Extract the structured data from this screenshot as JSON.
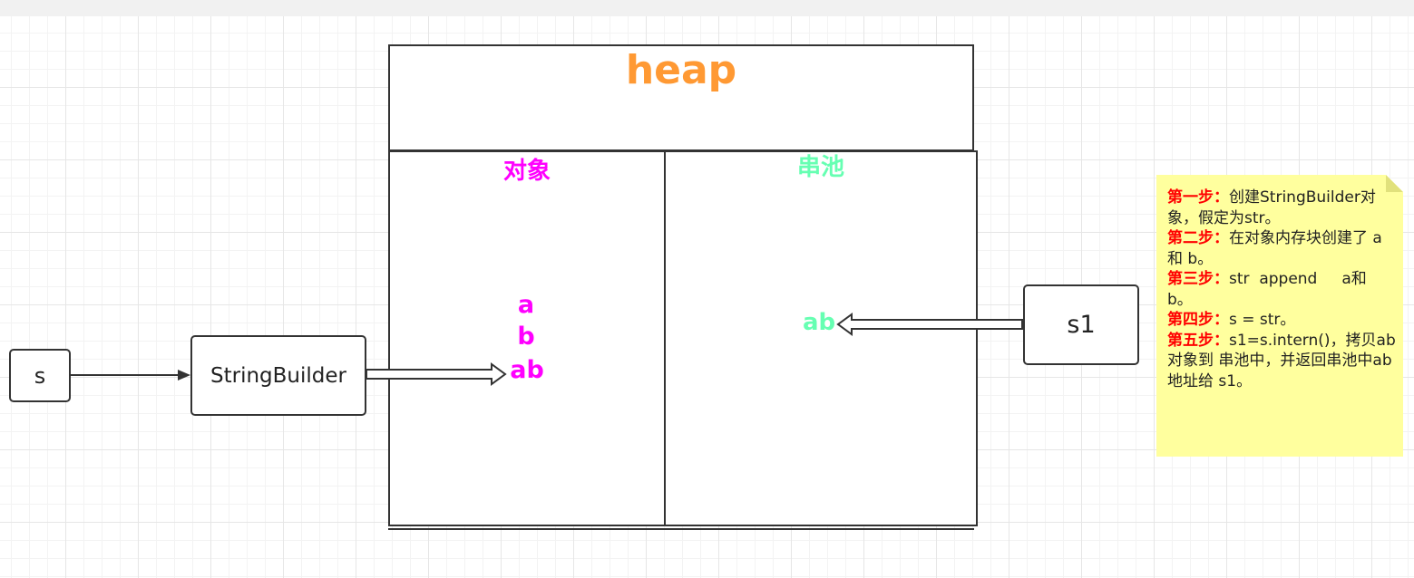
{
  "diagram": {
    "heap": {
      "title": "heap"
    },
    "columns": {
      "object": {
        "title": "对象",
        "items": [
          "a",
          "b",
          "ab"
        ]
      },
      "pool": {
        "title": "串池",
        "items": [
          "ab"
        ]
      }
    },
    "nodes": {
      "s": "s",
      "string_builder": "StringBuilder",
      "s1": "s1"
    },
    "note": {
      "steps": [
        {
          "label": "第一步：",
          "text": "创建StringBuilder对象，假定为str。"
        },
        {
          "label": "第二步：",
          "text": "在对象内存块创建了 a 和 b。"
        },
        {
          "label": "第三步：",
          "text": "str  append     a和 b。"
        },
        {
          "label": "第四步：",
          "text": "s = str。"
        },
        {
          "label": "第五步：",
          "text": "s1=s.intern()，拷贝ab对象到 串池中，并返回串池中ab地址给 s1。"
        }
      ]
    },
    "colors": {
      "heap_title": "#ff9933",
      "object": "#ff00ff",
      "pool": "#66ffb2",
      "step_label": "#ff0000",
      "note_bg": "#ffff9e"
    }
  }
}
